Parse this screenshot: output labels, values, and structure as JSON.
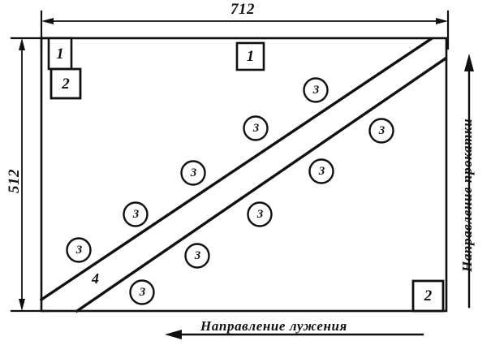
{
  "figure": {
    "type": "technical-drawing",
    "description": "Rectangular sheet with two parallel diagonal lines, numbered callouts and dimension lines",
    "stroke_color": "#101010",
    "background_color": "#ffffff"
  },
  "dimensions": {
    "width_label": "712",
    "height_label": "512"
  },
  "captions": {
    "bottom": "Направление лужения",
    "right": "Направление прокатки"
  },
  "callout_boxes": [
    {
      "id": "box-1-left",
      "label": "1"
    },
    {
      "id": "box-2-left",
      "label": "2"
    },
    {
      "id": "box-1-top",
      "label": "1"
    },
    {
      "id": "box-2-bottom-right",
      "label": "2"
    }
  ],
  "line_callout": {
    "label": "4"
  },
  "circle_callouts": [
    {
      "label": "3"
    },
    {
      "label": "3"
    },
    {
      "label": "3"
    },
    {
      "label": "3"
    },
    {
      "label": "3"
    },
    {
      "label": "3"
    },
    {
      "label": "3"
    },
    {
      "label": "3"
    },
    {
      "label": "3"
    },
    {
      "label": "3"
    }
  ]
}
